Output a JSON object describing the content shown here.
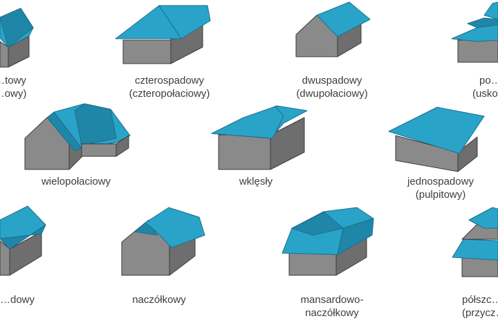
{
  "colors": {
    "roof": "#2aa3c9",
    "roof_dark": "#1f86a8",
    "roof_edge": "#1b6f8c",
    "wall": "#8a8a8a",
    "wall_dark": "#6e6e6e",
    "wall_edge": "#3a3a3a",
    "label": "#3d3d3d"
  },
  "roof_types": [
    {
      "id": "r1c1",
      "lines": [
        "…towy",
        "…owy)"
      ]
    },
    {
      "id": "r1c2",
      "lines": [
        "czterospadowy",
        "(czteropołaciowy)"
      ]
    },
    {
      "id": "r1c3",
      "lines": [
        "dwuspadowy",
        "(dwupołaciowy)"
      ]
    },
    {
      "id": "r1c4",
      "lines": [
        "po…",
        "(usko…"
      ]
    },
    {
      "id": "r2c1",
      "lines": [
        "wielopołaciowy"
      ]
    },
    {
      "id": "r2c2",
      "lines": [
        "wklęsły"
      ]
    },
    {
      "id": "r2c3",
      "lines": [
        "jednospadowy",
        "(pulpitowy)"
      ]
    },
    {
      "id": "r3c1",
      "lines": [
        "…dowy"
      ]
    },
    {
      "id": "r3c2",
      "lines": [
        "naczółkowy"
      ]
    },
    {
      "id": "r3c3",
      "lines": [
        "mansardowo-",
        "naczółkowy"
      ]
    },
    {
      "id": "r3c4",
      "lines": [
        "półszc…",
        "(przycz…"
      ]
    }
  ]
}
